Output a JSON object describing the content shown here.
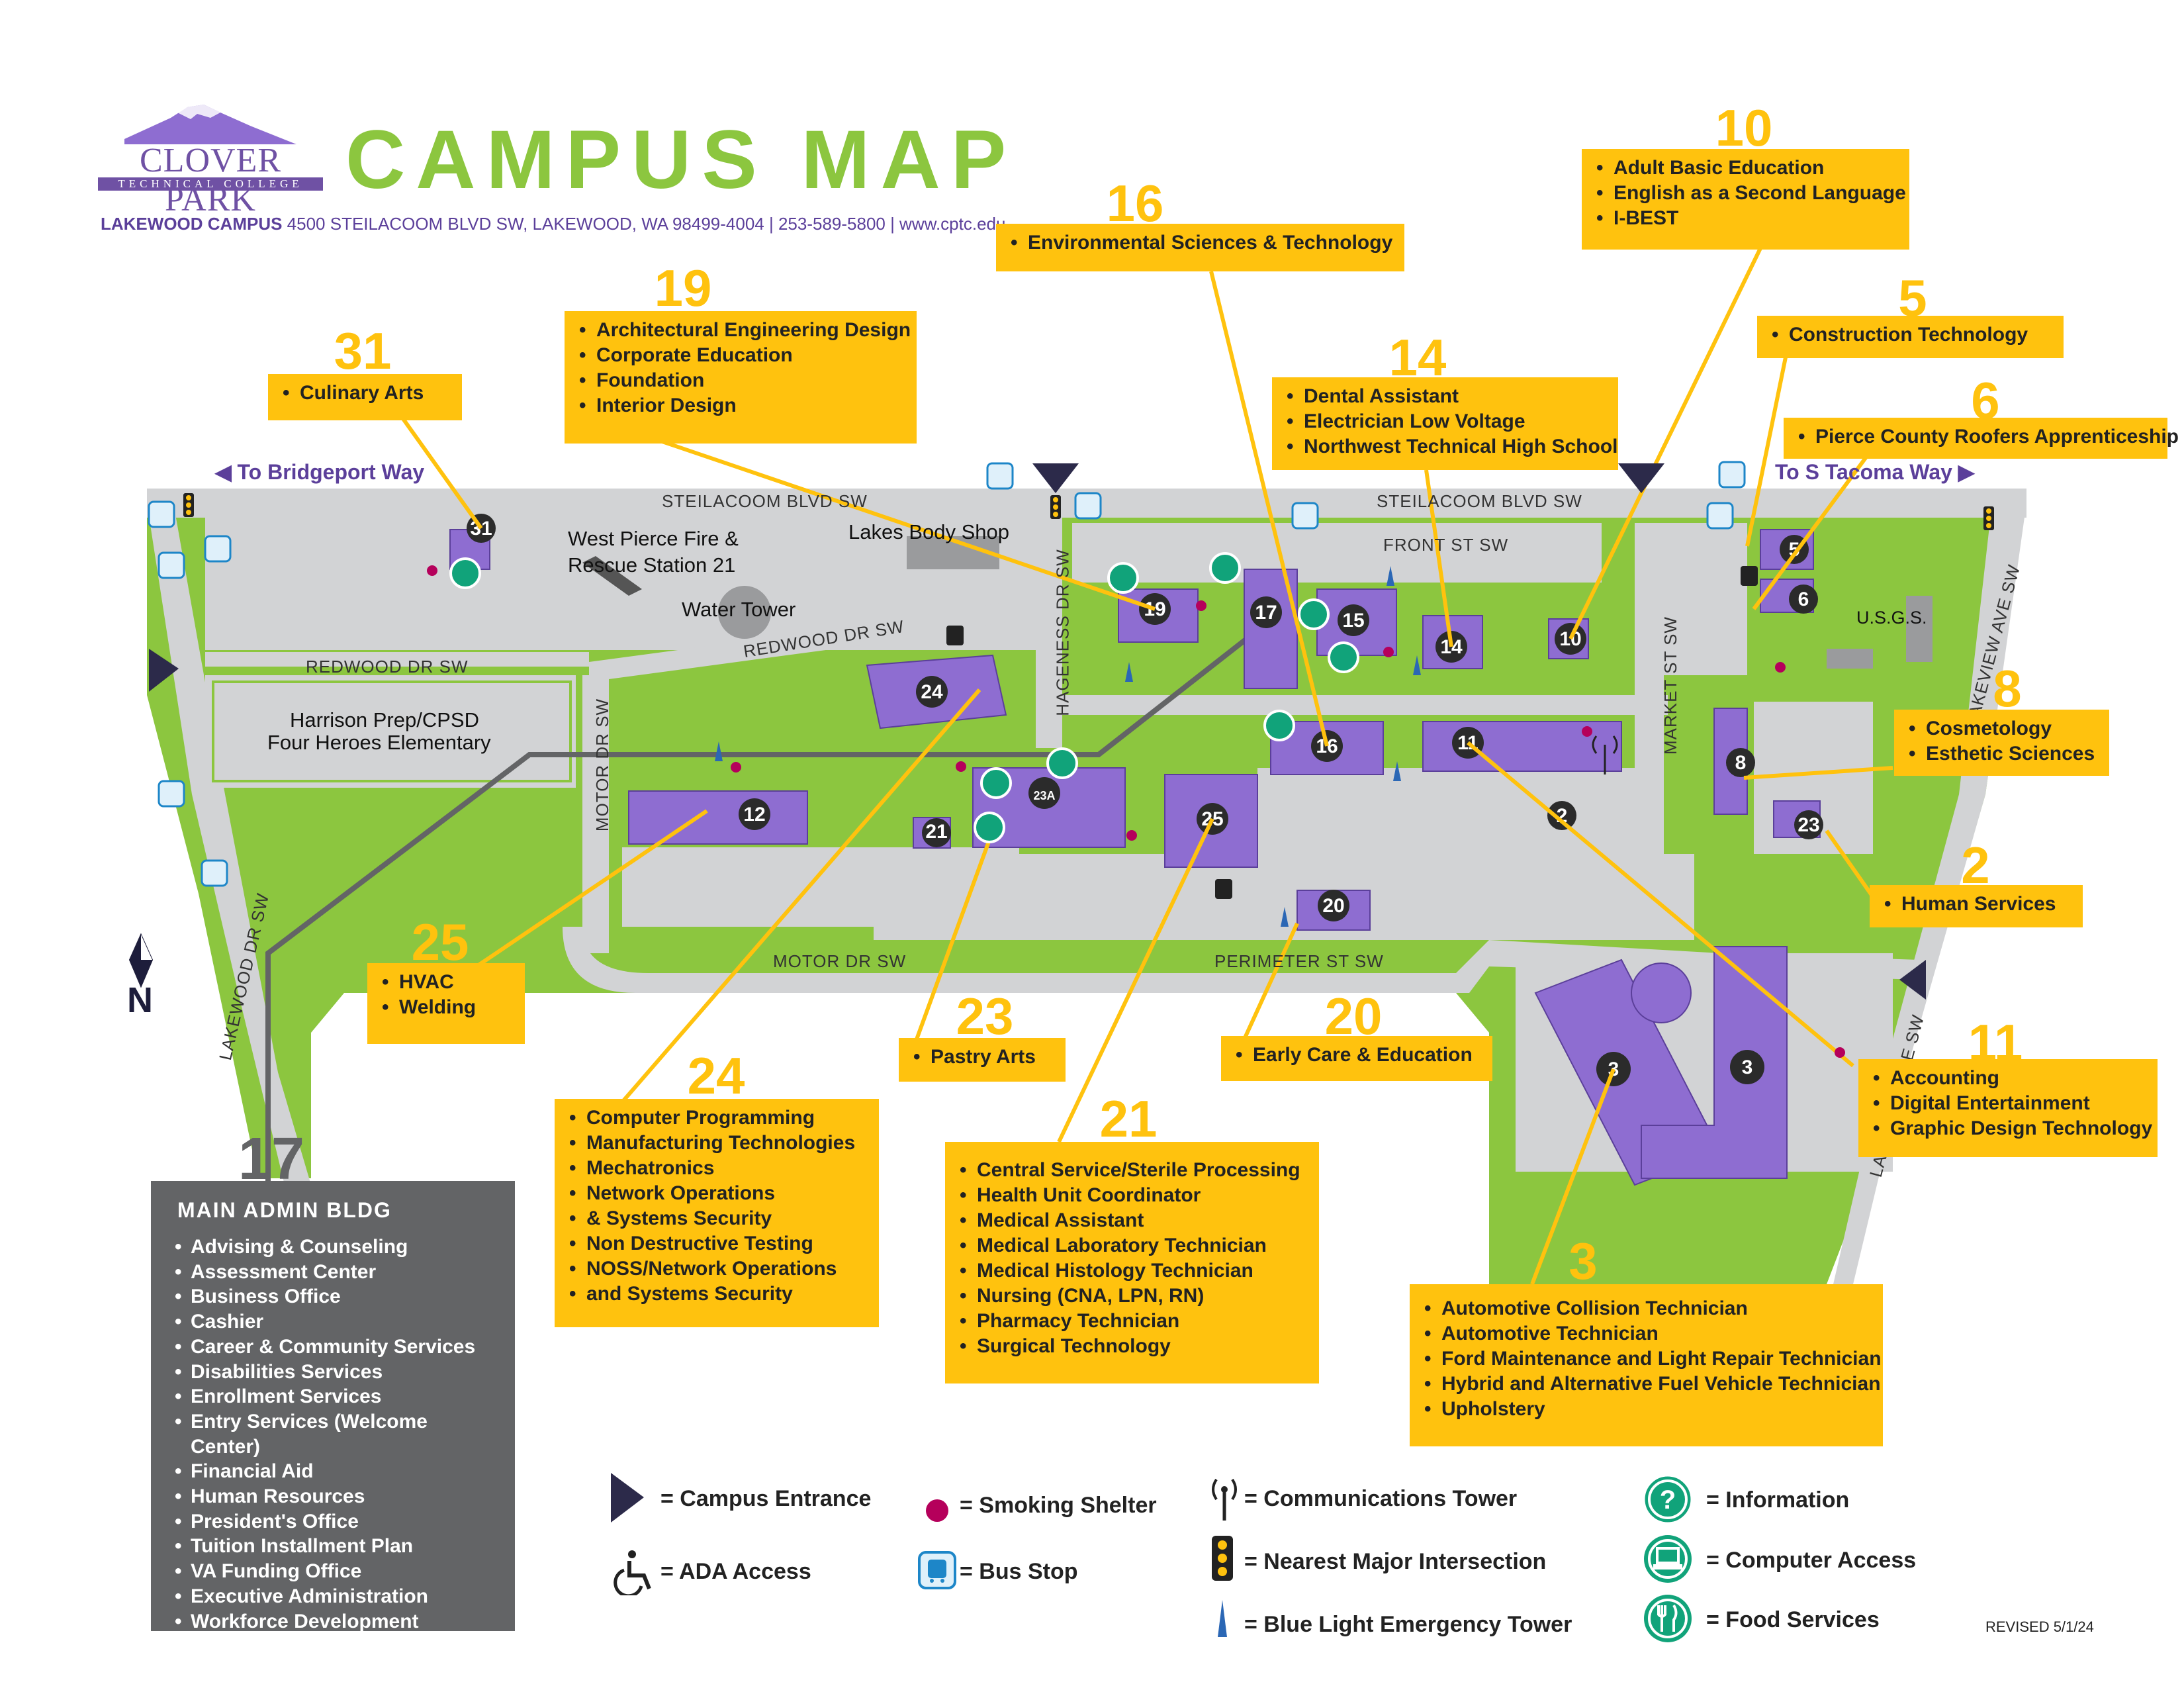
{
  "header": {
    "logo_name": "CLOVER PARK",
    "logo_sub": "TECHNICAL COLLEGE",
    "title": "CAMPUS MAP",
    "campus_label": "LAKEWOOD CAMPUS",
    "address": "4500 STEILACOOM BLVD SW, LAKEWOOD, WA 98499-4004 | 253-589-5800 | www.cptc.edu"
  },
  "colors": {
    "green": "#8cc63f",
    "purple": "#8e6dd1",
    "yellow": "#ffc20e",
    "gray": "#636466",
    "road": "#d2d3d5",
    "navy": "#2c2a4a",
    "teal": "#11a37a",
    "smoke": "#b5005b"
  },
  "directions": {
    "west": "◀ To Bridgeport Way",
    "east": "To S Tacoma Way ▶"
  },
  "streets": {
    "steilacoom_w": "STEILACOOM BLVD SW",
    "steilacoom_e": "STEILACOOM BLVD SW",
    "front": "FRONT ST SW",
    "redwood_w": "REDWOOD DR SW",
    "redwood_e": "REDWOOD DR SW",
    "hageness": "HAGENESS DR SW",
    "motor_v": "MOTOR DR SW",
    "motor_h": "MOTOR DR SW",
    "perimeter": "PERIMETER ST SW",
    "market": "MARKET ST SW",
    "lakeview_n": "LAKEVIEW AVE SW",
    "lakeview_s": "LAKEVIEW AVE SW",
    "lakewood": "LAKEWOOD DR SW"
  },
  "map_labels": {
    "fire": "West Pierce Fire &",
    "fire2": "Rescue Station 21",
    "body": "Lakes Body Shop",
    "tower": "Water Tower",
    "harrison": "Harrison Prep/CPSD",
    "heroes": "Four Heroes Elementary",
    "usgs": "U.S.G.S."
  },
  "buildings": [
    "31",
    "19",
    "17",
    "15",
    "14",
    "10",
    "5",
    "6",
    "24",
    "16",
    "11",
    "8",
    "23",
    "23A",
    "21",
    "25",
    "12",
    "2",
    "20",
    "3",
    "3"
  ],
  "callouts": {
    "b31": {
      "number": "31",
      "items": [
        "Culinary Arts"
      ]
    },
    "b19": {
      "number": "19",
      "items": [
        "Architectural Engineering Design",
        "Corporate Education",
        "Foundation",
        "Interior Design"
      ]
    },
    "b16": {
      "number": "16",
      "items": [
        "Environmental Sciences & Technology"
      ]
    },
    "b10": {
      "number": "10",
      "items": [
        "Adult Basic Education",
        "English as a Second Language",
        "I-BEST"
      ]
    },
    "b14": {
      "number": "14",
      "items": [
        "Dental Assistant",
        "Electrician Low Voltage",
        "Northwest Technical High School"
      ]
    },
    "b5": {
      "number": "5",
      "items": [
        "Construction Technology"
      ]
    },
    "b6": {
      "number": "6",
      "items": [
        "Pierce County Roofers Apprenticeship"
      ]
    },
    "b8": {
      "number": "8",
      "items": [
        "Cosmetology",
        "Esthetic Sciences"
      ]
    },
    "b2": {
      "number": "2",
      "items": [
        "Human Services"
      ]
    },
    "b11": {
      "number": "11",
      "items": [
        "Accounting",
        "Digital Entertainment",
        "Graphic Design Technology"
      ]
    },
    "b25": {
      "number": "25",
      "items": [
        "HVAC",
        "Welding"
      ]
    },
    "b23": {
      "number": "23",
      "items": [
        "Pastry Arts"
      ]
    },
    "b20": {
      "number": "20",
      "items": [
        "Early Care & Education"
      ]
    },
    "b24": {
      "number": "24",
      "items": [
        "Computer Programming",
        "Manufacturing Technologies",
        "Mechatronics",
        "Network Operations",
        "& Systems Security",
        "Non Destructive Testing",
        "NOSS/Network Operations",
        "and Systems Security"
      ]
    },
    "b21": {
      "number": "21",
      "items": [
        "Central Service/Sterile Processing",
        "Health Unit Coordinator",
        "Medical Assistant",
        "Medical Laboratory Technician",
        "Medical Histology Technician",
        "Nursing (CNA, LPN, RN)",
        "Pharmacy Technician",
        "Surgical Technology"
      ]
    },
    "b3": {
      "number": "3",
      "items": [
        "Automotive Collision Technician",
        "Automotive Technician",
        "Ford Maintenance and Light Repair Technician",
        "Hybrid and Alternative Fuel Vehicle Technician",
        "Upholstery"
      ]
    }
  },
  "admin": {
    "number": "17",
    "title": "MAIN ADMIN BLDG",
    "items": [
      "Advising & Counseling",
      "Assessment Center",
      "Business Office",
      "Cashier",
      "Career & Community Services",
      "Disabilities Services",
      "Enrollment Services",
      "Entry Services (Welcome Center)",
      "Financial Aid",
      "Human Resources",
      "President's Office",
      "Tuition Installment Plan",
      "VA Funding Office",
      "Executive Administration",
      "Workforce Development"
    ]
  },
  "north": "N",
  "legend": {
    "entrance": "= Campus Entrance",
    "ada": "= ADA Access",
    "smoking": "= Smoking Shelter",
    "bus": "= Bus Stop",
    "comm": "= Communications Tower",
    "intersection": "= Nearest Major Intersection",
    "bluelight": "= Blue Light Emergency Tower",
    "info": "= Information",
    "computer": "= Computer Access",
    "food": "= Food Services"
  },
  "icons": {
    "entrance": "triangle-icon",
    "ada": "wheelchair-icon",
    "smoking": "dot-icon",
    "bus": "bus-icon",
    "comm": "antenna-icon",
    "intersection": "traffic-light-icon",
    "bluelight": "blue-light-icon",
    "info": "question-icon",
    "computer": "laptop-icon",
    "food": "fork-knife-icon"
  },
  "revised": "REVISED  5/1/24"
}
